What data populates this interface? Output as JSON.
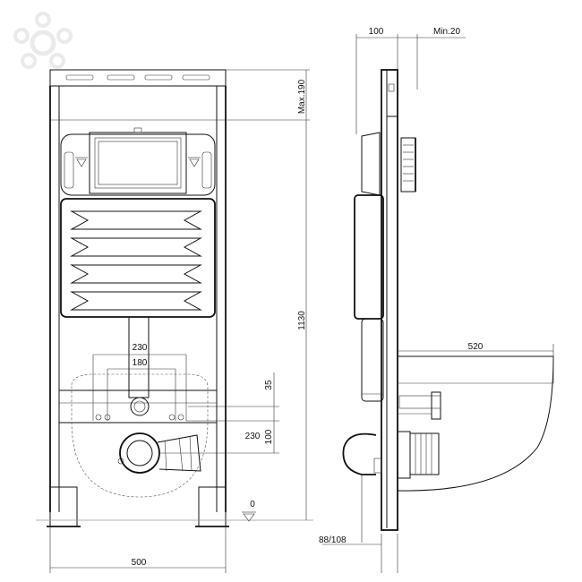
{
  "dimensions": {
    "width_front": "500",
    "depth_frame": "100",
    "min_20": "Min.20",
    "max_190": "Max.190",
    "height_1130": "1130",
    "bolt_230": "230",
    "bolt_180": "180",
    "pipe_35": "35",
    "pipe_100": "100",
    "outlet_230": "230",
    "floor_0": "0",
    "bowl_520": "520",
    "offset_88_108": "88/108"
  },
  "icons": [
    "watermark-logo-icon",
    "level-marker-icon"
  ],
  "colors": {
    "line": "#111111",
    "watermark": "#e6e6e6"
  }
}
